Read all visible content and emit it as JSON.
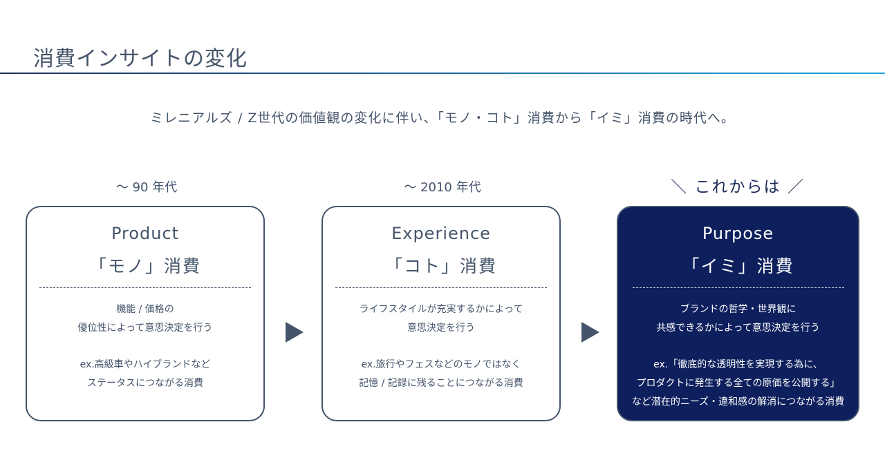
{
  "title": "消費インサイトの変化",
  "subtitle": "ミレニアルズ / Z世代の価値観の変化に伴い、「モノ・コト」消費から「イミ」消費の時代へ。",
  "colors": {
    "text": "#44546a",
    "dark_card": "#0d1f5c"
  },
  "cards": [
    {
      "era": "〜 90 年代",
      "en": "Product",
      "jp": "「モノ」消費",
      "lines": [
        "機能 / 価格の",
        "優位性によって意思決定を行う"
      ],
      "example": [
        "ex.高級車やハイブランドなど",
        "ステータスにつながる消費"
      ]
    },
    {
      "era": "〜 2010 年代",
      "en": "Experience",
      "jp": "「コト」消費",
      "lines": [
        "ライフスタイルが充実するかによって",
        "意思決定を行う"
      ],
      "example": [
        "ex.旅行やフェスなどのモノではなく",
        "記憶 / 記録に残ることにつながる消費"
      ]
    },
    {
      "era": "＼ これからは ／",
      "en": "Purpose",
      "jp": "「イミ」消費",
      "lines": [
        "ブランドの哲学・世界観に",
        "共感できるかによって意思決定を行う"
      ],
      "example": [
        "ex.「徹底的な透明性を実現する為に、",
        "プロダクトに発生する全ての原価を公開する」",
        "など潜在的ニーズ・違和感の解消につながる消費"
      ]
    }
  ]
}
